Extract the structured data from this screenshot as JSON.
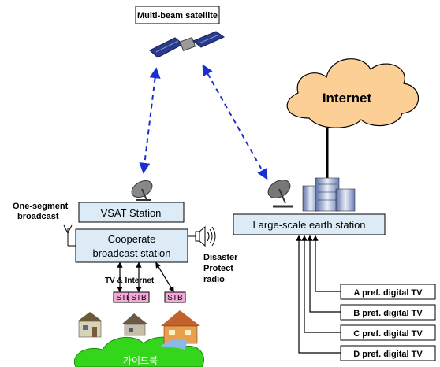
{
  "satellite": {
    "label": "Multi-beam satellite"
  },
  "internet": {
    "label": "Internet"
  },
  "vsat": {
    "label": "VSAT Station"
  },
  "cooperate": {
    "line1": "Cooperate",
    "line2": "broadcast station"
  },
  "one_segment": {
    "line1": "One-segment",
    "line2": "broadcast"
  },
  "disaster": {
    "line1": "Disaster",
    "line2": "Protect",
    "line3": "radio"
  },
  "tv_internet": {
    "label": "TV & Internet"
  },
  "stb": {
    "labels": [
      "STB",
      "STB",
      "STB"
    ]
  },
  "earth_station": {
    "label": "Large-scale earth station"
  },
  "pref_tv": {
    "items": [
      "A pref. digital TV",
      "B pref. digital TV",
      "C pref. digital TV",
      "D pref. digital TV"
    ]
  },
  "cloud_text": {
    "label": "가이드북"
  },
  "colors": {
    "internet_cloud": "#fbcf96",
    "vsat_box": "#dcebf6",
    "dashed_link": "#1a2fd0",
    "stb_box": "#f4a8d8",
    "green_cloud": "#33d61a"
  }
}
